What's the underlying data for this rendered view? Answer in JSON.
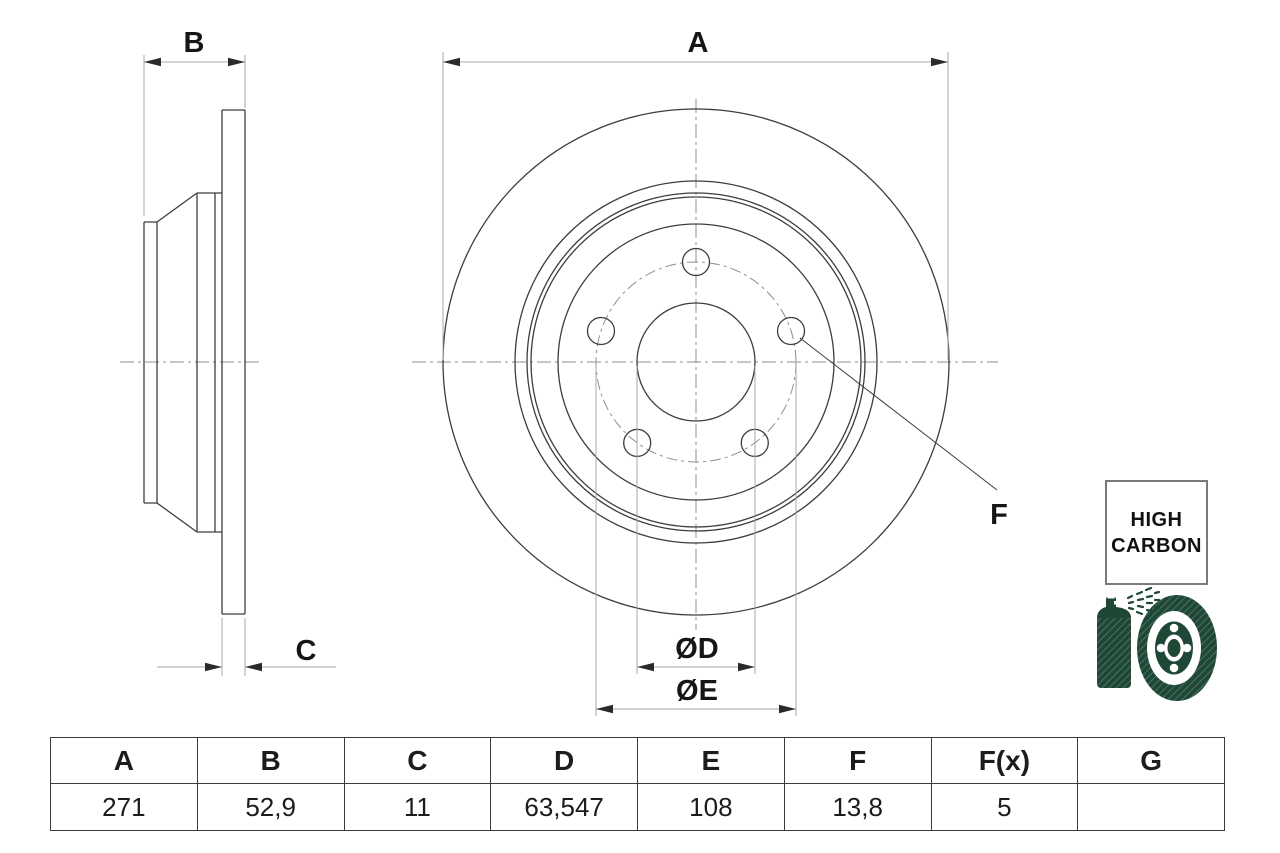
{
  "drawing": {
    "dim_a_label": "A",
    "dim_b_label": "B",
    "dim_c_label": "C",
    "dim_f_label": "F",
    "dim_d_label": "ØD",
    "dim_e_label": "ØE"
  },
  "badge": {
    "line1": "HIGH",
    "line2": "CARBON"
  },
  "icon": {
    "name": "spray-coated-disc-icon",
    "color": "#1e4736"
  },
  "table": {
    "headers": [
      "A",
      "B",
      "C",
      "D",
      "E",
      "F",
      "F(x)",
      "G"
    ],
    "values": [
      "271",
      "52,9",
      "11",
      "63,547",
      "108",
      "13,8",
      "5",
      ""
    ]
  },
  "colors": {
    "outline": "#3d3d3d",
    "dimension_line": "#a8a8a8",
    "arrowhead": "#2a2a2a",
    "centerline": "#8f8f8f",
    "label_text": "#161616",
    "table_border": "#3c3c3c",
    "icon_green": "#1e4736"
  }
}
